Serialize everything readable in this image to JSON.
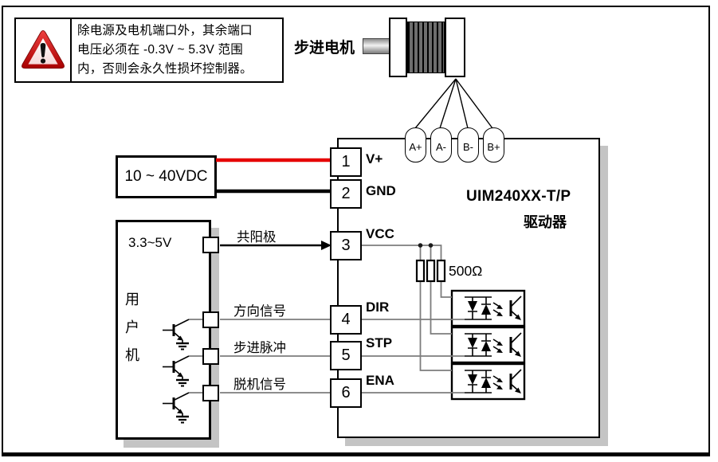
{
  "warning": {
    "lines": [
      "除电源及电机端口外，其余端口",
      "电压必须在 -0.3V ~ 5.3V 范围",
      "内，否则会永久性损坏控制器。"
    ]
  },
  "motor": {
    "label": "步进电机",
    "phases": [
      "A+",
      "A-",
      "B-",
      "B+"
    ]
  },
  "driver": {
    "model": "UIM240XX-T/P",
    "type_label": "驱动器",
    "pins": [
      {
        "num": "1",
        "label": "V+"
      },
      {
        "num": "2",
        "label": "GND"
      },
      {
        "num": "3",
        "label": "VCC"
      },
      {
        "num": "4",
        "label": "DIR"
      },
      {
        "num": "5",
        "label": "STP"
      },
      {
        "num": "6",
        "label": "ENA"
      }
    ]
  },
  "power_supply": {
    "label": "10 ~ 40VDC"
  },
  "user_machine": {
    "voltage": "3.3~5V",
    "label": "用户机"
  },
  "signals": {
    "common_anode": "共阳极",
    "direction": "方向信号",
    "step": "步进脉冲",
    "offline": "脱机信号"
  },
  "resistors": {
    "label": "500Ω"
  },
  "colors": {
    "wire_red": "#e60000",
    "wire_black": "#000000",
    "wire_gray": "#7d7d7d",
    "shadow_gray": "#c4c4c4",
    "warning_red": "#cf1f1f"
  }
}
